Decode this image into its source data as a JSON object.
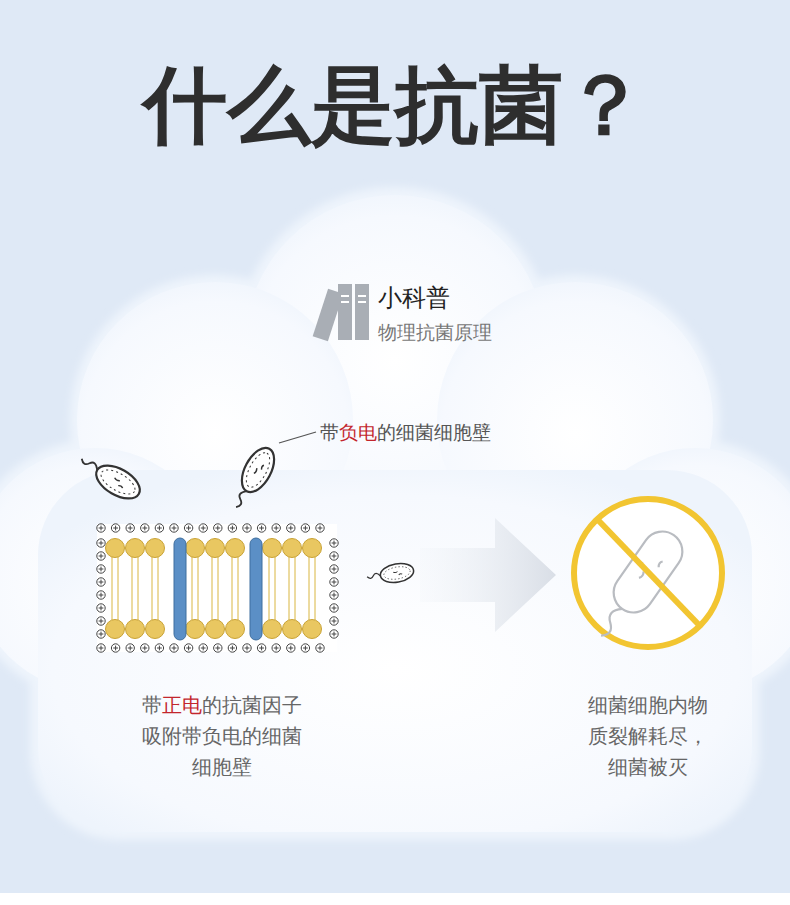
{
  "diagram": {
    "title": "什么是抗菌？",
    "labels": [
      "小科普",
      "物理抗菌原理",
      "带负电的细菌细胞壁",
      "带正电的抗菌因子吸附带负电的细菌细胞壁",
      "细菌细胞内物质裂解耗尽，细菌被灭"
    ]
  }
}
